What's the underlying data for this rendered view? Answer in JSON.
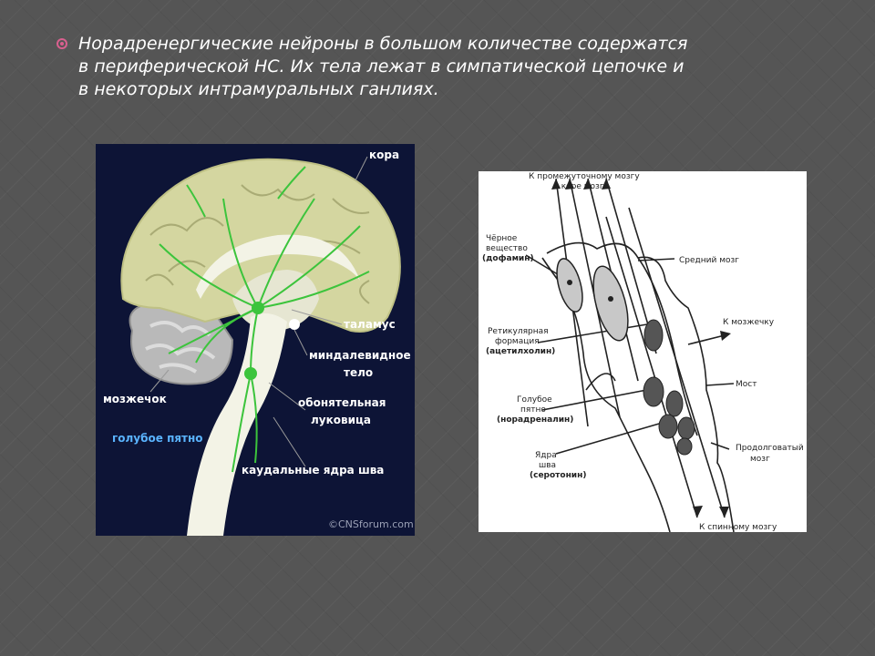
{
  "slide": {
    "text_lines": [
      "Норадренергические нейроны в большом количестве содержатся",
      "в периферической НС. Их тела лежат в симпатической цепочке и",
      "в некоторых интрамуральных ганлиях."
    ],
    "colors": {
      "background": "#555555",
      "bullet": "#d9608f",
      "text": "#ffffff"
    }
  },
  "brain_figure": {
    "labels": {
      "cortex": "кора",
      "thalamus": "таламус",
      "amygdala_1": "миндалевидное",
      "amygdala_2": "тело",
      "olfactory_1": "обонятельная",
      "olfactory_2": "луковица",
      "cerebellum": "мозжечок",
      "locus": "голубое пятно",
      "raphe": "каудальные ядра шва",
      "credit": "©CNSforum.com"
    },
    "colors": {
      "background": "#0d1436",
      "pathway": "#3cc43c",
      "cortex": "#d4d6a0",
      "locus_label": "#5ab4ff"
    }
  },
  "brainstem_figure": {
    "labels": {
      "top_1": "К промежуточному мозгу",
      "top_2": "и коре мозга",
      "sn_1": "Чёрное",
      "sn_2": "вещество",
      "sn_3": "(дофамин)",
      "mid": "Средний мозг",
      "rf_1": "Ретикулярная",
      "rf_2": "формация",
      "rf_3": "(ацетилхолин)",
      "cb": "К мозжечку",
      "pons": "Мост",
      "lc_1": "Голубое",
      "lc_2": "пятно",
      "lc_3": "(норадреналин)",
      "rn_1": "Ядра",
      "rn_2": "шва",
      "rn_3": "(серотонин)",
      "med_1": "Продолговатый",
      "med_2": "мозг",
      "bottom": "К спинному мозгу"
    }
  }
}
